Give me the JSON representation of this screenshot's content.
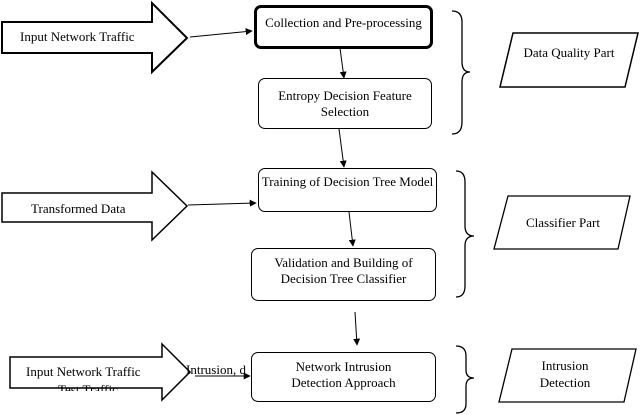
{
  "sections": [
    {
      "input": {
        "label": "Input Network Traffic"
      },
      "steps": [
        "Collection and Pre-processing",
        "Entropy Decision Feature Selection"
      ],
      "part": "Data Quality Part"
    },
    {
      "input": {
        "label": "Transformed Data"
      },
      "steps": [
        "Training of Decision Tree Model",
        "Validation and Building of Decision Tree Classifier"
      ],
      "part": "Classifier Part"
    },
    {
      "input": {
        "label": "Input Network Traffic",
        "overlap_label": "Intrusion, d",
        "hidden_label": "Test Traffic"
      },
      "steps": [
        "Network Intrusion Detection Approach"
      ],
      "part": "Intrusion Detection"
    }
  ],
  "colors": {
    "stroke": "#000000",
    "fill": "#ffffff"
  }
}
